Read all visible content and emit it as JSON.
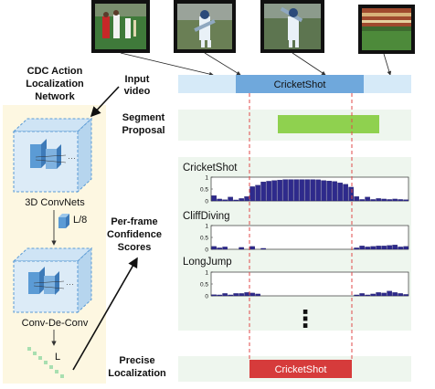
{
  "title": {
    "line1": "CDC Action",
    "line2": "Localization",
    "line3": "Network"
  },
  "labels": {
    "input_video_1": "Input",
    "input_video_2": "video",
    "segment_proposal_1": "Segment",
    "segment_proposal_2": "Proposal",
    "per_frame_1": "Per-frame",
    "per_frame_2": "Confidence",
    "per_frame_3": "Scores",
    "precise_1": "Precise",
    "precise_2": "Localization"
  },
  "network": {
    "block1_label": "3D ConvNets",
    "feature_label": "L/8",
    "block2_label": "Conv-De-Conv",
    "output_label": "L"
  },
  "bars": {
    "input_label": "CricketShot",
    "output_label": "CricketShot"
  },
  "frames": [
    {
      "name": "frame-1",
      "scene": "batting crease"
    },
    {
      "name": "frame-2",
      "scene": "batsman swing"
    },
    {
      "name": "frame-3",
      "scene": "batsman follow-through"
    },
    {
      "name": "frame-4",
      "scene": "crowd stadium"
    }
  ],
  "colors": {
    "input_bar_light": "#d6eaf8",
    "input_bar_dark": "#6fa8dc",
    "segment_green": "#8fd14f",
    "output_red": "#d63b3b",
    "score_bar": "#2e2a8c",
    "row_bg": "#eef6ee",
    "network_bg": "#fdf7e1",
    "cube_blue": "#5b9bd5",
    "dashed_red": "#e04a4a"
  },
  "ellipsis": "⋮",
  "chart_data": [
    {
      "type": "bar",
      "title": "CricketShot",
      "ylim": [
        0,
        1
      ],
      "yticks": [
        "0",
        "0.5",
        "1"
      ],
      "values": [
        0.22,
        0.08,
        0.05,
        0.16,
        0.04,
        0.1,
        0.18,
        0.6,
        0.66,
        0.8,
        0.83,
        0.86,
        0.88,
        0.9,
        0.9,
        0.9,
        0.9,
        0.9,
        0.9,
        0.89,
        0.86,
        0.84,
        0.82,
        0.76,
        0.7,
        0.58,
        0.18,
        0.06,
        0.16,
        0.06,
        0.1,
        0.08,
        0.06,
        0.08,
        0.06,
        0.05
      ]
    },
    {
      "type": "bar",
      "title": "CliffDiving",
      "ylim": [
        0,
        1
      ],
      "yticks": [
        "0",
        "0.5",
        "1"
      ],
      "values": [
        0.12,
        0.06,
        0.1,
        0.0,
        0.0,
        0.08,
        0.0,
        0.12,
        0.0,
        0.04,
        0.0,
        0.0,
        0.0,
        0.0,
        0.0,
        0.0,
        0.0,
        0.0,
        0.0,
        0.0,
        0.0,
        0.0,
        0.0,
        0.0,
        0.0,
        0.0,
        0.06,
        0.14,
        0.1,
        0.12,
        0.14,
        0.14,
        0.16,
        0.18,
        0.1,
        0.12
      ]
    },
    {
      "type": "bar",
      "title": "LongJump",
      "ylim": [
        0,
        1
      ],
      "yticks": [
        "0",
        "0.5",
        "1"
      ],
      "values": [
        0.05,
        0.04,
        0.1,
        0.04,
        0.1,
        0.1,
        0.14,
        0.12,
        0.08,
        0.0,
        0.0,
        0.0,
        0.0,
        0.0,
        0.0,
        0.0,
        0.0,
        0.0,
        0.0,
        0.0,
        0.0,
        0.0,
        0.0,
        0.0,
        0.0,
        0.0,
        0.04,
        0.1,
        0.04,
        0.08,
        0.14,
        0.12,
        0.2,
        0.14,
        0.1,
        0.06
      ]
    }
  ]
}
